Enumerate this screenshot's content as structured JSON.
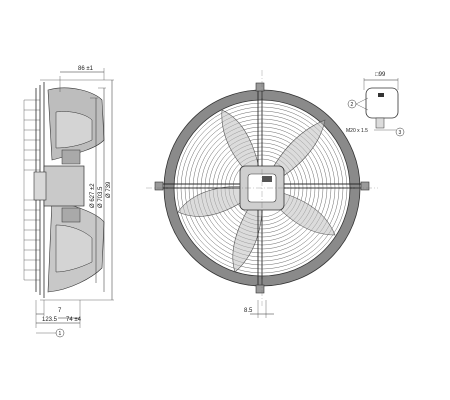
{
  "side_view": {
    "dim_depth_top": "86 ±1",
    "dim_dia_1": "Ø 627 ±2",
    "dim_dia_2": "Ø 703.5",
    "dim_dia_3": "Ø 739",
    "dim_7": "7",
    "dim_1235": "123.5",
    "dim_74": "74 ±4",
    "callout_1": "1"
  },
  "front_view": {
    "dim_85": "8.5"
  },
  "terminal_box": {
    "dim_99": "□99",
    "callout_2": "2",
    "callout_3": "3",
    "cable_gland": "M20 x 1.5"
  },
  "colors": {
    "line": "#2a2a2a",
    "guard_ring": "#7a7a7a",
    "blade": "#b8b8b8",
    "rotor": "#d0d0d0"
  }
}
